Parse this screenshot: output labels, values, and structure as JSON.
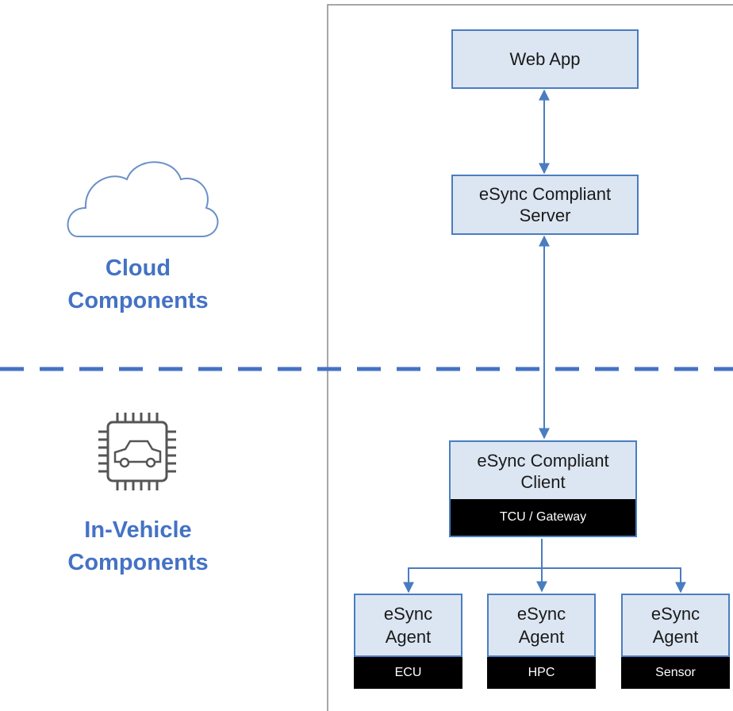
{
  "cloud": {
    "icon": "cloud-icon",
    "label_line1": "Cloud",
    "label_line2": "Components"
  },
  "vehicle": {
    "icon": "chip-car-icon",
    "label_line1": "In-Vehicle",
    "label_line2": "Components"
  },
  "nodes": {
    "web_app": "Web App",
    "server_line1": "eSync Compliant",
    "server_line2": "Server",
    "client_line1": "eSync Compliant",
    "client_line2": "Client",
    "client_platform": "TCU / Gateway"
  },
  "agents": [
    {
      "line1": "eSync",
      "line2": "Agent",
      "platform": "ECU"
    },
    {
      "line1": "eSync",
      "line2": "Agent",
      "platform": "HPC"
    },
    {
      "line1": "eSync",
      "line2": "Agent",
      "platform": "Sensor"
    }
  ],
  "colors": {
    "accent": "#4472c4",
    "box_fill": "#dce6f2",
    "box_border": "#4a7dc0",
    "platform_bar": "#000000"
  }
}
